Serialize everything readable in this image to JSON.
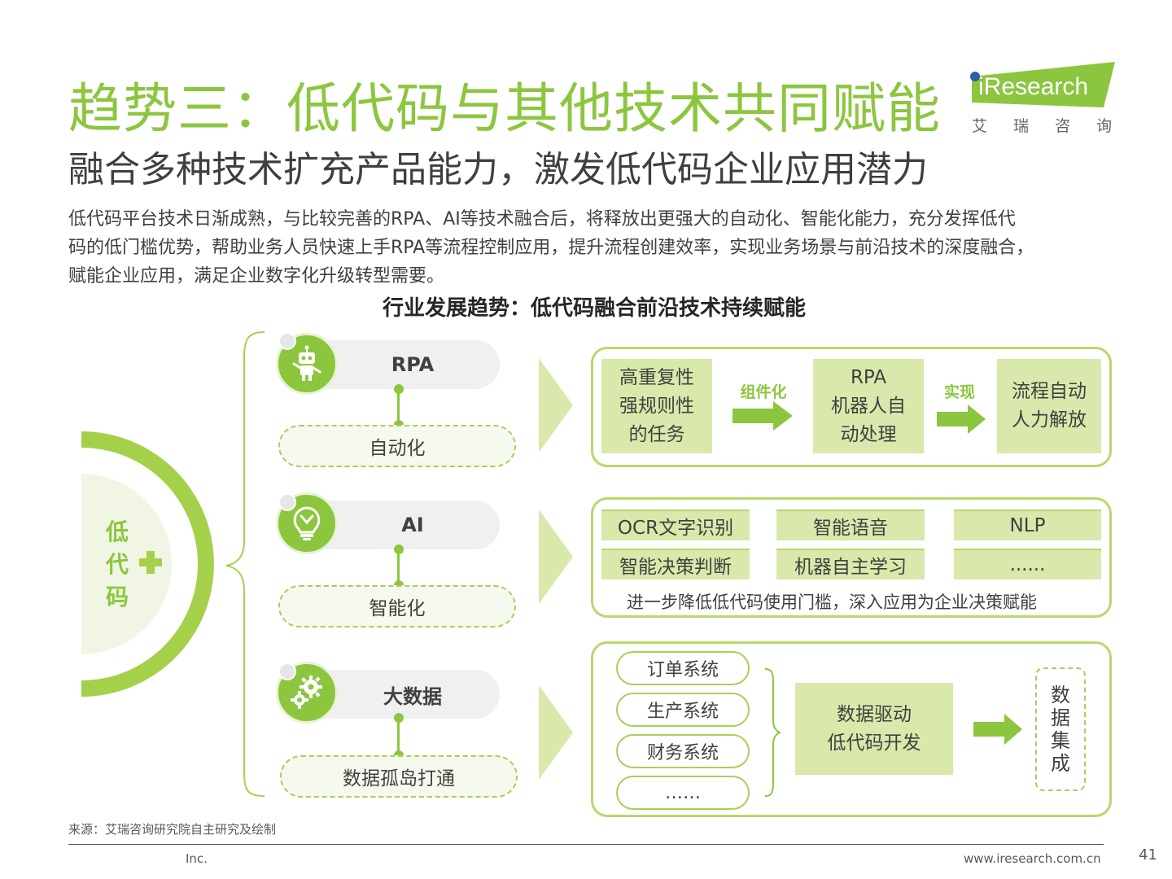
{
  "header": {
    "title": "趋势三：低代码与其他技术共同赋能",
    "subtitle": "融合多种技术扩充产品能力，激发低代码企业应用潜力",
    "logo_word": "iResearch",
    "logo_cn": [
      "艾",
      "瑞",
      "咨",
      "询"
    ]
  },
  "intro": {
    "lines": [
      "低代码平台技术日渐成熟，与比较完善的RPA、AI等技术融合后，将释放出更强大的自动化、智能化能力，充分发挥低代",
      "码的低门槛优势，帮助业务人员快速上手RPA等流程控制应用，提升流程创建效率，实现业务场景与前沿技术的深度融合，",
      "赋能企业应用，满足企业数字化升级转型需要。"
    ]
  },
  "diagram": {
    "title": "行业发展趋势：低代码融合前沿技术持续赋能",
    "center_chars": [
      "低",
      "代",
      "码"
    ],
    "branches": [
      {
        "tech": "RPA",
        "icon": "robot-icon",
        "capability": "自动化",
        "steps": [
          "高重复性\n强规则性\n的任务",
          "RPA\n机器人自\n动处理",
          "流程自动\n人力解放"
        ],
        "arrows": [
          "组件化",
          "实现"
        ]
      },
      {
        "tech": "AI",
        "icon": "lightbulb-icon",
        "capability": "智能化",
        "items": [
          "OCR文字识别",
          "智能语音",
          "NLP",
          "智能决策判断",
          "机器自主学习",
          "......"
        ],
        "note": "进一步降低低代码使用门槛，深入应用为企业决策赋能"
      },
      {
        "tech": "大数据",
        "icon": "gears-icon",
        "capability": "数据孤岛打通",
        "systems": [
          "订单系统",
          "生产系统",
          "财务系统",
          "……"
        ],
        "driver": "数据驱动\n低代码开发",
        "result_chars": [
          "数",
          "据",
          "集",
          "成"
        ]
      }
    ]
  },
  "footer": {
    "source": "来源：艾瑞咨询研究院自主研究及绘制",
    "company": "Inc.",
    "url": "www.iresearch.com.cn",
    "page": "41"
  },
  "colors": {
    "accent": "#8cc63f",
    "light_green": "#d8e9ab",
    "pale_green": "#e9f3d2",
    "border_green": "#b6d96a",
    "text": "#404040"
  }
}
